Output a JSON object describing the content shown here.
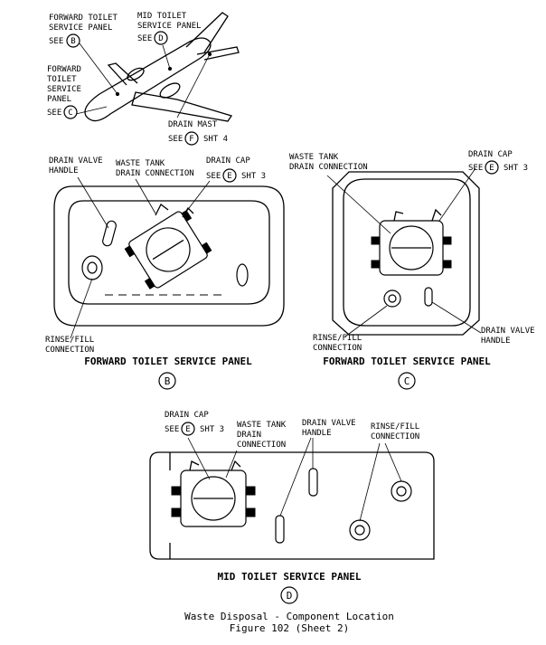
{
  "labels": {
    "fwd_panel_top": [
      "FORWARD TOILET",
      "SERVICE PANEL"
    ],
    "see": "SEE",
    "ref_b": "B",
    "mid_panel_top": [
      "MID TOILET",
      "SERVICE PANEL"
    ],
    "ref_d": "D",
    "fwd_left": [
      "FORWARD",
      "TOILET",
      "SERVICE",
      "PANEL"
    ],
    "ref_c": "C",
    "drain_mast": "DRAIN MAST",
    "ref_f": "F",
    "sht4": "SHT 4",
    "b_drain_valve": [
      "DRAIN VALVE",
      "HANDLE"
    ],
    "b_waste_tank": [
      "WASTE TANK",
      "DRAIN CONNECTION"
    ],
    "b_drain_cap": "DRAIN CAP",
    "ref_e": "E",
    "sht3": "SHT 3",
    "b_rinse": [
      "RINSE/FILL",
      "CONNECTION"
    ],
    "c_waste_tank": [
      "WASTE TANK",
      "DRAIN CONNECTION"
    ],
    "c_drain_cap": "DRAIN CAP",
    "c_rinse": [
      "RINSE/FILL",
      "CONNECTION"
    ],
    "c_drain_valve": [
      "DRAIN VALVE",
      "HANDLE"
    ],
    "d_drain_cap": "DRAIN CAP",
    "d_waste_tank": [
      "WASTE TANK",
      "DRAIN",
      "CONNECTION"
    ],
    "d_drain_valve": [
      "DRAIN VALVE",
      "HANDLE"
    ],
    "d_rinse": [
      "RINSE/FILL",
      "CONNECTION"
    ]
  },
  "titles": {
    "b": "FORWARD TOILET SERVICE PANEL",
    "c": "FORWARD TOILET SERVICE PANEL",
    "d": "MID TOILET SERVICE PANEL"
  },
  "caption": {
    "line1": "Waste Disposal - Component Location",
    "line2": "Figure 102 (Sheet 2)"
  }
}
